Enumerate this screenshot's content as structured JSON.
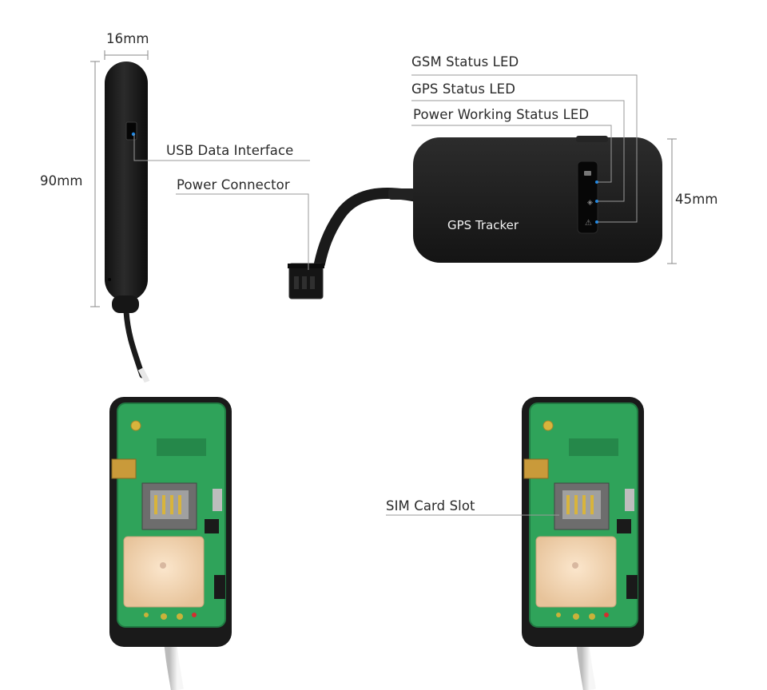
{
  "dimensions": {
    "width": "16mm",
    "height": "90mm",
    "depth": "45mm"
  },
  "callouts": {
    "usb": "USB Data Interface",
    "power_connector": "Power Connector",
    "gsm_led": "GSM Status LED",
    "gps_led": "GPS Status LED",
    "power_led": "Power Working Status LED",
    "sim_slot": "SIM Card Slot"
  },
  "device": {
    "brand_label": "GPS Tracker"
  },
  "colors": {
    "device_body": "#1f1f1f",
    "pcb": "#2fa35a",
    "antenna": "#f1d6b4",
    "led_dot": "#1e88e5",
    "leader_line": "#9a9a9a"
  }
}
